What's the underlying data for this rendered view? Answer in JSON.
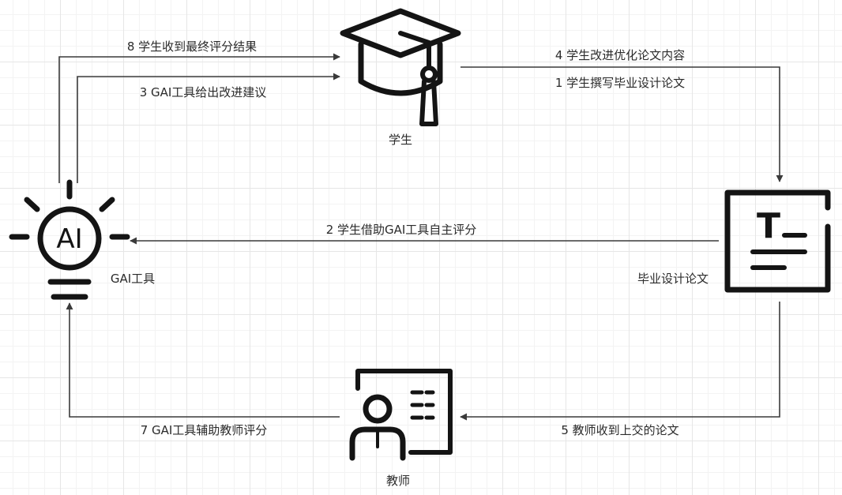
{
  "nodes": {
    "student": {
      "label": "学生",
      "icon": "graduation-cap-icon"
    },
    "gai_tool": {
      "label": "GAI工具",
      "icon": "ai-bulb-icon",
      "icon_text": "AI"
    },
    "thesis": {
      "label": "毕业设计论文",
      "icon": "document-icon",
      "icon_text": "T"
    },
    "teacher": {
      "label": "教师",
      "icon": "teacher-presentation-icon"
    }
  },
  "edges": [
    {
      "step": "1",
      "label": "1 学生撰写毕业设计论文",
      "from": "student",
      "to": "thesis"
    },
    {
      "step": "2",
      "label": "2 学生借助GAI工具自主评分",
      "from": "thesis",
      "to": "gai_tool"
    },
    {
      "step": "3",
      "label": "3 GAI工具给出改进建议",
      "from": "gai_tool",
      "to": "student"
    },
    {
      "step": "4",
      "label": "4 学生改进优化论文内容",
      "from": "student",
      "to": "thesis"
    },
    {
      "step": "5",
      "label": "5 教师收到上交的论文",
      "from": "thesis",
      "to": "teacher"
    },
    {
      "step": "7",
      "label": "7 GAI工具辅助教师评分",
      "from": "teacher",
      "to": "gai_tool"
    },
    {
      "step": "8",
      "label": "8 学生收到最终评分结果",
      "from": "gai_tool",
      "to": "student"
    }
  ],
  "colors": {
    "line": "#3a3a3a",
    "icon": "#141414",
    "text": "#2b2b2b",
    "grid": "#e6e6e6",
    "background": "#ffffff"
  }
}
